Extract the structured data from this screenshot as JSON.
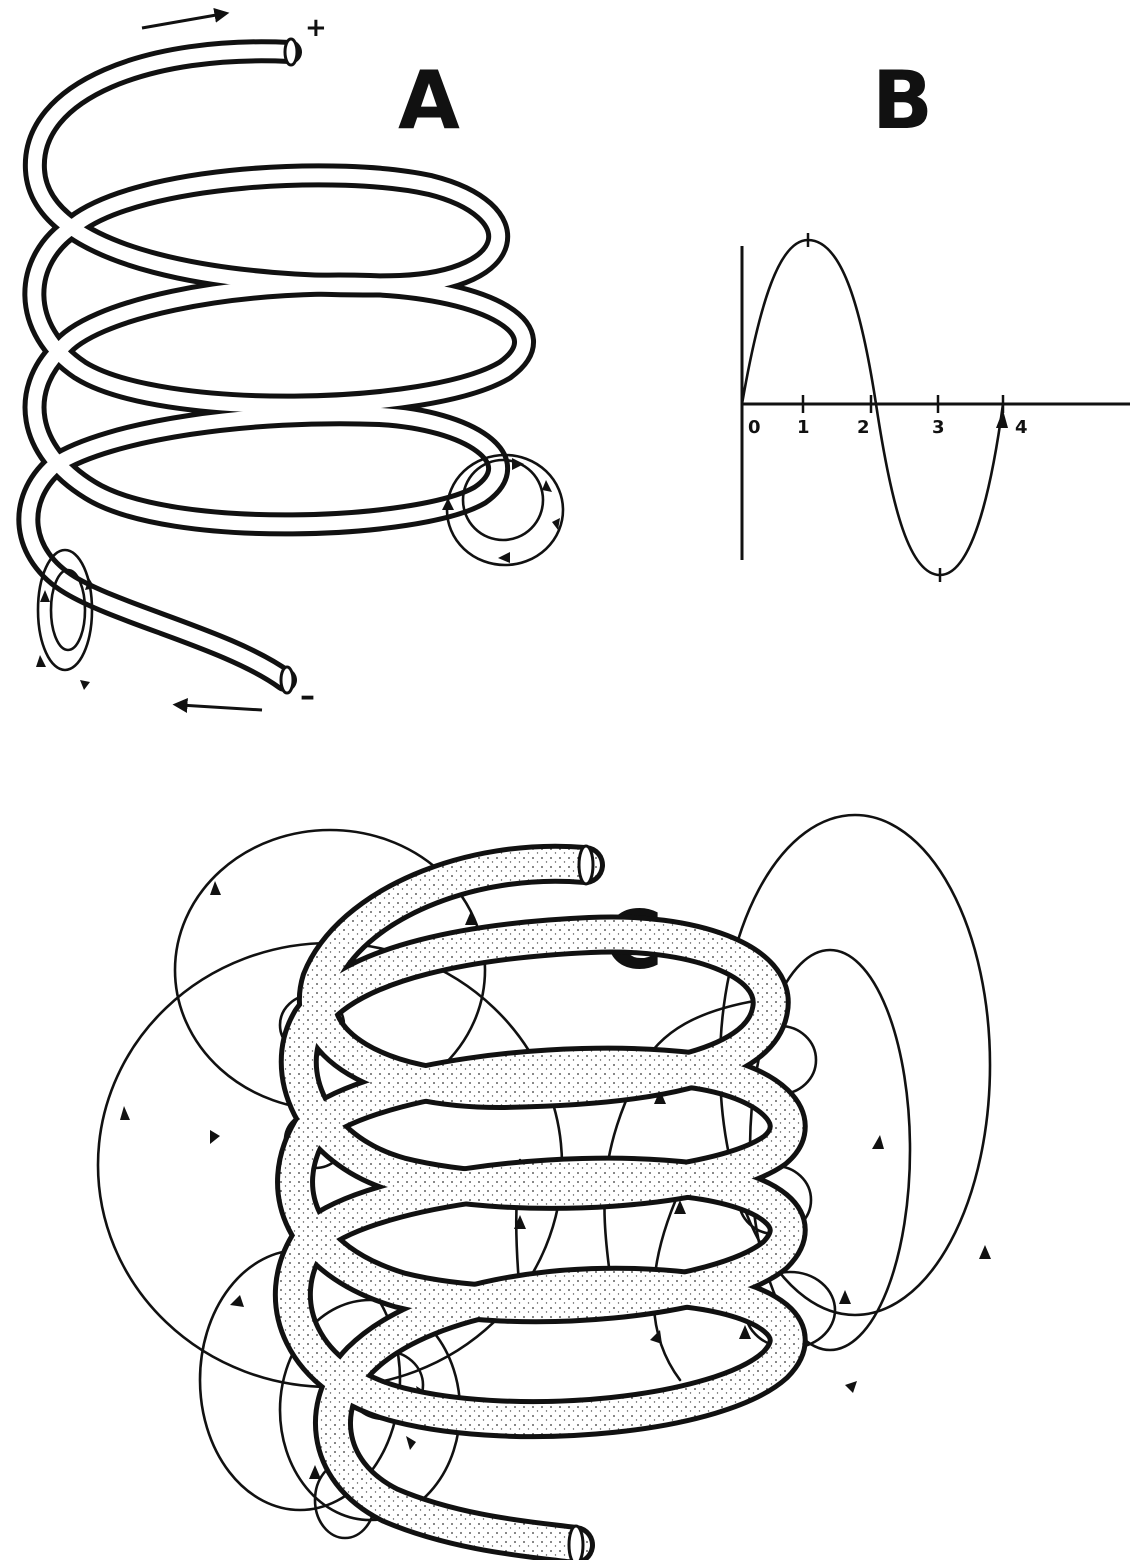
{
  "panels": {
    "a": {
      "letter": "A",
      "plus_sign": "+",
      "minus_sign": "–"
    },
    "b": {
      "letter": "B",
      "tick_labels": [
        "0",
        "1",
        "2",
        "3",
        "4"
      ]
    },
    "c": {
      "letter": "C"
    }
  },
  "colors": {
    "ink": "#111111",
    "paper": "#ffffff"
  }
}
